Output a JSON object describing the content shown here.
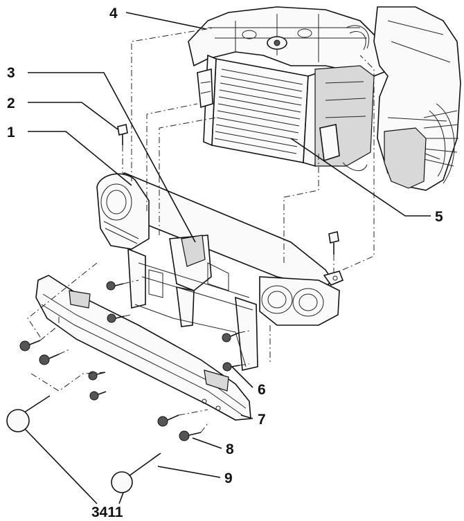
{
  "callouts": {
    "c1": "1",
    "c2": "2",
    "c3": "3",
    "c4": "4",
    "c5": "5",
    "c6": "6",
    "c7": "7",
    "c8": "8",
    "c9": "9",
    "c3411": "3411"
  },
  "colors": {
    "line": "#111111",
    "fill": "#fafafa",
    "shade": "#d8d8d8"
  }
}
